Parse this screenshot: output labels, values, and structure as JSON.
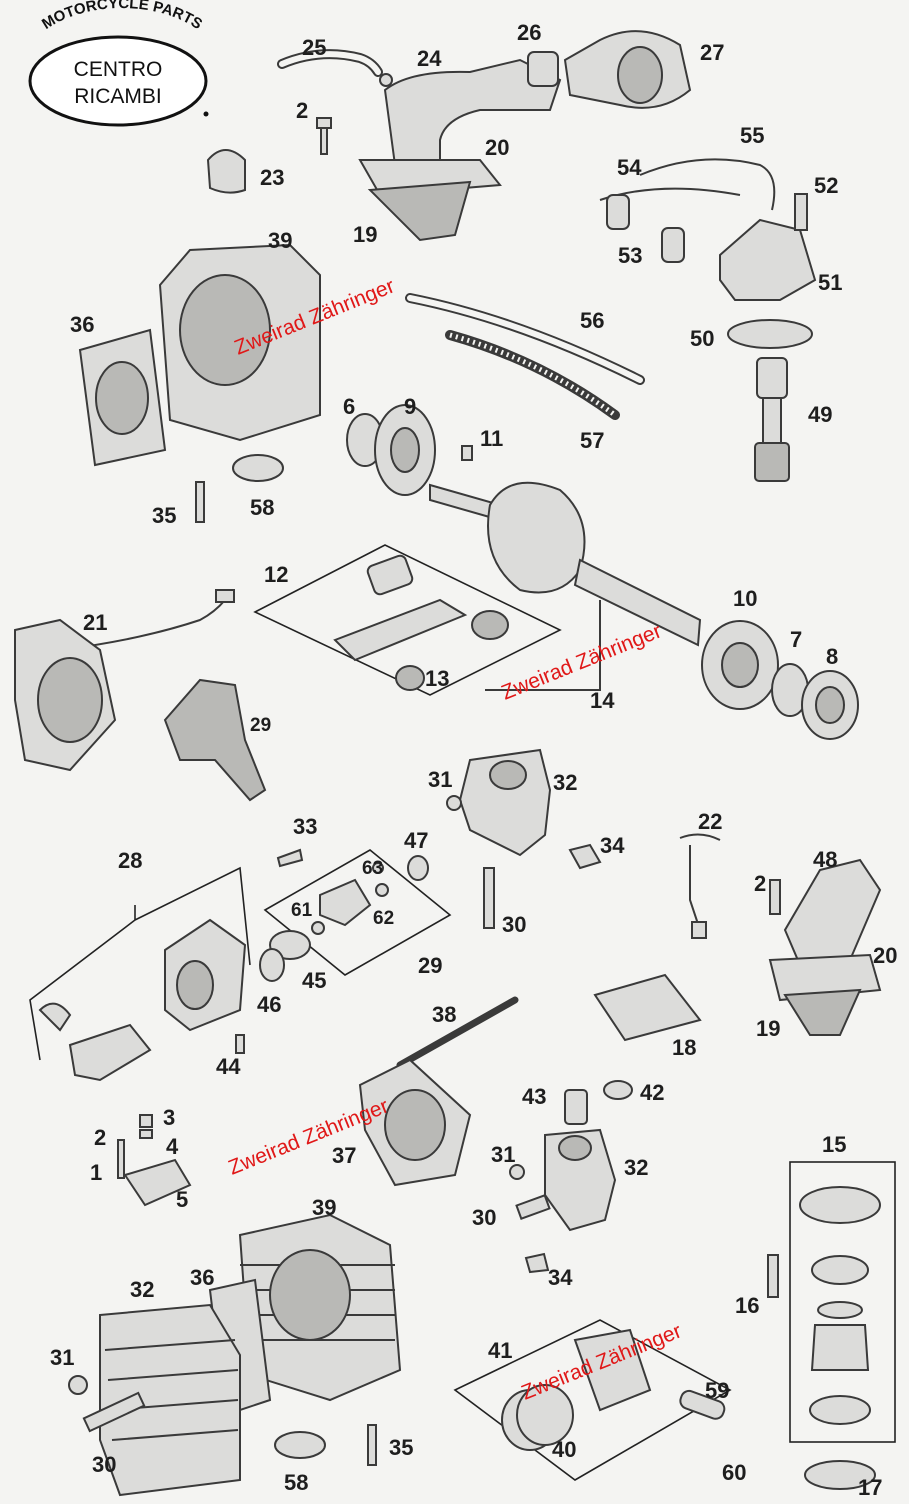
{
  "logo": {
    "arc_text": "MOTORCYCLE PARTS",
    "line1": "CENTRO",
    "line2": "RICAMBI"
  },
  "watermark": "Zweirad Zähringer",
  "callouts": {
    "n1": "1",
    "n2": "2",
    "n3": "3",
    "n4": "4",
    "n5": "5",
    "n6": "6",
    "n7": "7",
    "n8": "8",
    "n9": "9",
    "n10": "10",
    "n11": "11",
    "n12": "12",
    "n13": "13",
    "n14": "14",
    "n15": "15",
    "n16": "16",
    "n17": "17",
    "n18": "18",
    "n19": "19",
    "n20": "20",
    "n21": "21",
    "n22": "22",
    "n23": "23",
    "n24": "24",
    "n25": "25",
    "n26": "26",
    "n27": "27",
    "n28": "28",
    "n29": "29",
    "n30": "30",
    "n31": "31",
    "n32": "32",
    "n33": "33",
    "n34": "34",
    "n35": "35",
    "n36": "36",
    "n37": "37",
    "n38": "38",
    "n39": "39",
    "n40": "40",
    "n41": "41",
    "n42": "42",
    "n43": "43",
    "n44": "44",
    "n45": "45",
    "n46": "46",
    "n47": "47",
    "n48": "48",
    "n49": "49",
    "n50": "50",
    "n51": "51",
    "n52": "52",
    "n53": "53",
    "n54": "54",
    "n55": "55",
    "n56": "56",
    "n57": "57",
    "n58": "58",
    "n59": "59",
    "n60": "60",
    "n61": "61",
    "n62": "62",
    "n63": "63"
  },
  "colors": {
    "watermark": "#e01818",
    "background": "#f4f4f2",
    "linework": "#3a3a3a"
  }
}
